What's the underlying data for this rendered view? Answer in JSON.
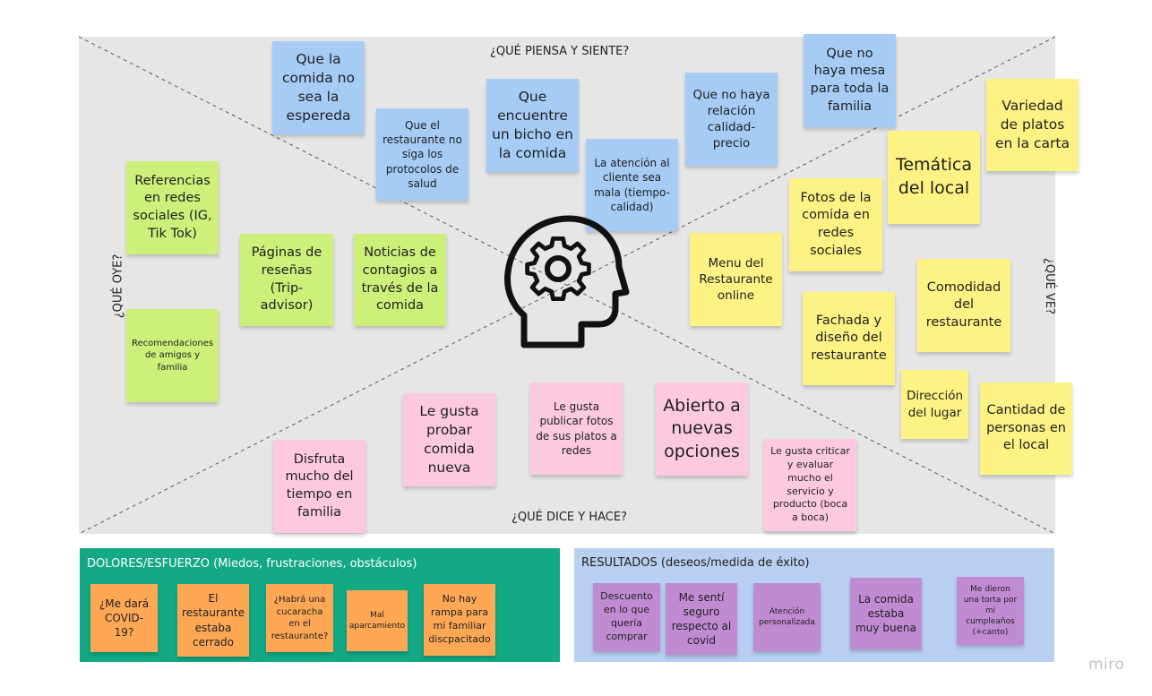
{
  "quadrants": {
    "top": "¿QUÉ PIENSA Y SIENTE?",
    "bottom": "¿QUÉ DICE Y HACE?",
    "left": "¿QUÉ OYE?",
    "right": "¿QUÉ VE?"
  },
  "center_icon": "head-with-gear-icon",
  "think_feel": [
    "Que la comida no sea la espereda",
    "Que el restaurante no siga los protocolos de salud",
    "Que encuentre un bicho en la comida",
    "La atención al cliente sea mala (tiempo-calidad)",
    "Que no haya relación calidad-precio",
    "Que no haya mesa para toda la familia"
  ],
  "hear": [
    "Referencias en redes sociales (IG, Tik Tok)",
    "Páginas de reseñas (Trip-advisor)",
    "Noticias de contagios a través de la comida",
    "Recomendaciones de amigos y familia"
  ],
  "see": [
    "Variedad de platos en la carta",
    "Temática del local",
    "Fotos de la comida en redes sociales",
    "Menu del Restaurante online",
    "Comodidad del restaurante",
    "Fachada y diseño del restaurante",
    "Dirección del lugar",
    "Cantidad de personas en el local"
  ],
  "say_do": [
    "Le gusta probar comida nueva",
    "Le gusta publicar fotos de sus platos a redes",
    "Abierto a nuevas opciones",
    "Disfruta mucho del tiempo en familia",
    "Le gusta criticar y evaluar mucho el servicio y producto (boca a boca)"
  ],
  "pains": {
    "title": "DOLORES/ESFUERZO (Miedos, frustraciones, obstáculos)",
    "notes": [
      "¿Me dará COVID-19?",
      "El restaurante estaba cerrado",
      "¿Habrá una cucaracha en el restaurante?",
      "Mal aparcamiento",
      "No hay rampa para mi familiar discpacitado"
    ]
  },
  "gains": {
    "title": "RESULTADOS (deseos/medida de éxito)",
    "notes": [
      "Descuento en lo que quería comprar",
      "Me sentí seguro respecto al covid",
      "Atención personalizada",
      "La comida estaba muy buena",
      "Me dieron una torta por mi cumpleaños (+canto)"
    ]
  },
  "brand": "miro",
  "colors": {
    "board": "#e6e6e6",
    "blue_note": "#a6ccf5",
    "green_note": "#cdf07a",
    "yellow_note": "#fdf384",
    "pink_note": "#fdc9e0",
    "orange_note": "#fea856",
    "purple_note": "#c08bd3",
    "pains_panel": "#13a985",
    "gains_panel": "#b9cff2"
  }
}
